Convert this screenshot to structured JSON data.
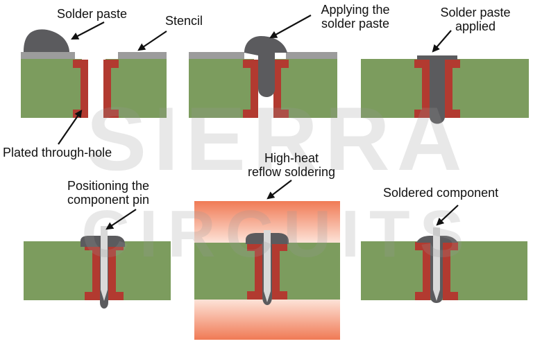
{
  "watermark": {
    "line1": "SIERRA",
    "line2": "CIRCUITS"
  },
  "labels": {
    "solder_paste": "Solder paste",
    "stencil": "Stencil",
    "applying_line1": "Applying the",
    "applying_line2": "solder paste",
    "applied_line1": "Solder paste",
    "applied_line2": "applied",
    "plated_hole": "Plated through-hole",
    "reflow_line1": "High-heat",
    "reflow_line2": "reflow soldering",
    "positioning_line1": "Positioning the",
    "positioning_line2": "component pin",
    "soldered": "Soldered component"
  },
  "colors": {
    "board": "#7c9c5e",
    "plating": "#b23a30",
    "solder": "#5b5b5e",
    "stencil": "#9c9c9c",
    "pin": "#d9d9d9",
    "heat": "#f07a55",
    "arrow": "#111111"
  }
}
